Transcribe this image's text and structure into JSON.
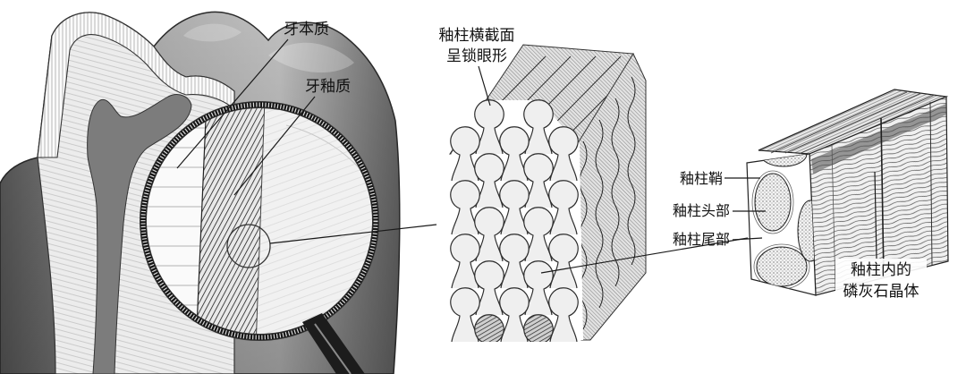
{
  "labels": {
    "dentin": "牙本质",
    "enamel": "牙釉质",
    "rod_cross_section_line1": "釉柱横截面",
    "rod_cross_section_line2": "呈锁眼形",
    "rod_sheath": "釉柱鞘",
    "rod_head": "釉柱头部",
    "rod_tail": "釉柱尾部",
    "apatite_line1": "釉柱内的",
    "apatite_line2": "磷灰石晶体"
  }
}
